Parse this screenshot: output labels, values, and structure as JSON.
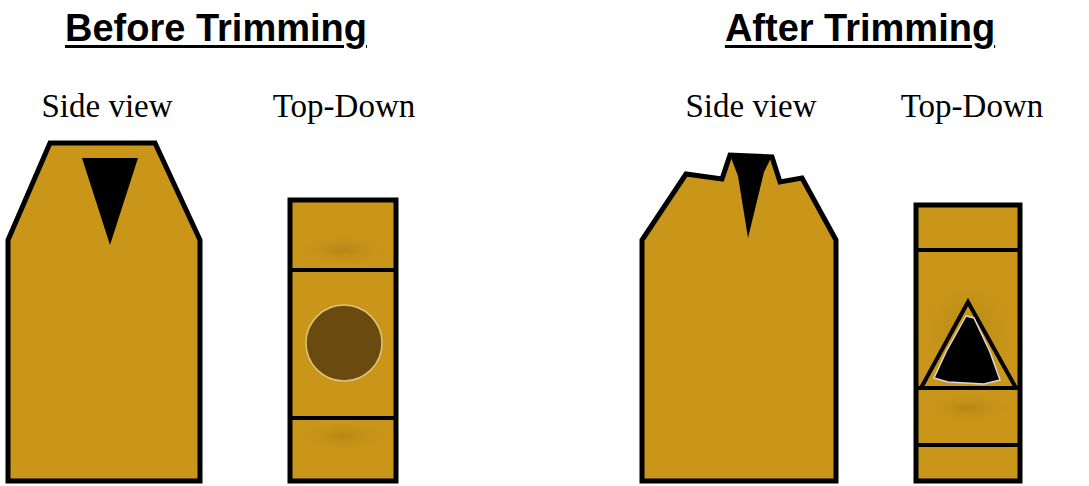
{
  "diagram": {
    "labels": [
      "Before Trimming",
      "Side view",
      "Top-Down",
      "After Trimming",
      "Side view",
      "Top-Down"
    ]
  }
}
